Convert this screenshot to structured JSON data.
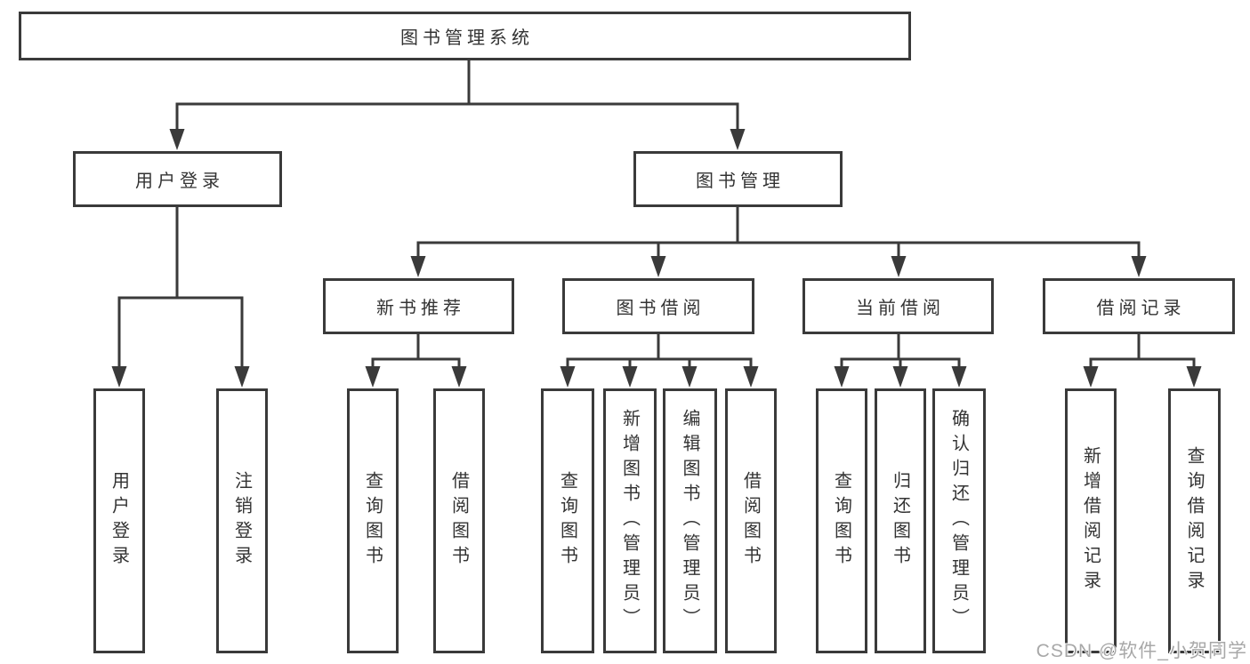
{
  "diagram": {
    "watermark": "CSDN @软件_小贺同学",
    "colors": {
      "line": "#3a3a3a",
      "text": "#333333",
      "background": "#ffffff",
      "watermark": "#a8a8a8"
    },
    "root": {
      "label": "图书管理系统"
    },
    "branches": [
      {
        "label": "用户登录",
        "children": [
          {
            "label": "用户登录"
          },
          {
            "label": "注销登录"
          }
        ]
      },
      {
        "label": "图书管理",
        "children": [
          {
            "label": "新书推荐",
            "children": [
              {
                "label": "查询图书"
              },
              {
                "label": "借阅图书"
              }
            ]
          },
          {
            "label": "图书借阅",
            "children": [
              {
                "label": "查询图书"
              },
              {
                "label": "新增图书（管理员）"
              },
              {
                "label": "编辑图书（管理员）"
              },
              {
                "label": "借阅图书"
              }
            ]
          },
          {
            "label": "当前借阅",
            "children": [
              {
                "label": "查询图书"
              },
              {
                "label": "归还图书"
              },
              {
                "label": "确认归还（管理员）"
              }
            ]
          },
          {
            "label": "借阅记录",
            "children": [
              {
                "label": "新增借阅记录"
              },
              {
                "label": "查询借阅记录"
              }
            ]
          }
        ]
      }
    ]
  }
}
